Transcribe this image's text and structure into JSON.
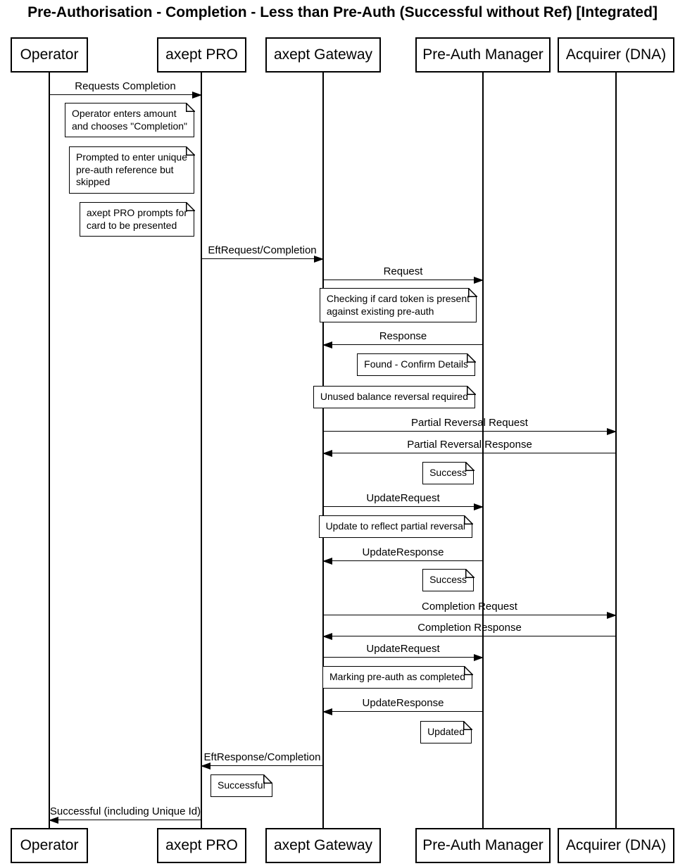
{
  "title": "Pre-Authorisation - Completion - Less than Pre-Auth (Successful without Ref) [Integrated]",
  "actors": [
    {
      "name": "Operator"
    },
    {
      "name": "axept PRO"
    },
    {
      "name": "axept Gateway"
    },
    {
      "name": "Pre-Auth Manager"
    },
    {
      "name": "Acquirer (DNA)"
    }
  ],
  "messages": [
    {
      "label": "Requests Completion",
      "from": "Operator",
      "to": "axept PRO"
    },
    {
      "label": "EftRequest/Completion",
      "from": "axept PRO",
      "to": "axept Gateway"
    },
    {
      "label": "Request",
      "from": "axept Gateway",
      "to": "Pre-Auth Manager"
    },
    {
      "label": "Response",
      "from": "Pre-Auth Manager",
      "to": "axept Gateway"
    },
    {
      "label": "Partial Reversal Request",
      "from": "axept Gateway",
      "to": "Acquirer (DNA)"
    },
    {
      "label": "Partial Reversal Response",
      "from": "Acquirer (DNA)",
      "to": "axept Gateway"
    },
    {
      "label": "UpdateRequest",
      "from": "axept Gateway",
      "to": "Pre-Auth Manager"
    },
    {
      "label": "UpdateResponse",
      "from": "Pre-Auth Manager",
      "to": "axept Gateway"
    },
    {
      "label": "Completion Request",
      "from": "axept Gateway",
      "to": "Acquirer (DNA)"
    },
    {
      "label": "Completion Response",
      "from": "Acquirer (DNA)",
      "to": "axept Gateway"
    },
    {
      "label": "UpdateRequest",
      "from": "axept Gateway",
      "to": "Pre-Auth Manager"
    },
    {
      "label": "UpdateResponse",
      "from": "Pre-Auth Manager",
      "to": "axept Gateway"
    },
    {
      "label": "EftResponse/Completion",
      "from": "axept Gateway",
      "to": "axept PRO"
    },
    {
      "label": "Successful (including Unique Id)",
      "from": "axept PRO",
      "to": "Operator"
    }
  ],
  "notes": [
    {
      "text": "Operator enters amount\nand chooses \"Completion\""
    },
    {
      "text": "Prompted to enter unique\npre-auth reference but\nskipped"
    },
    {
      "text": "axept PRO prompts for\ncard to be presented"
    },
    {
      "text": "Checking if card token is present\nagainst existing pre-auth"
    },
    {
      "text": "Found - Confirm Details"
    },
    {
      "text": "Unused balance reversal required"
    },
    {
      "text": "Success"
    },
    {
      "text": "Update to reflect partial reversal"
    },
    {
      "text": "Success"
    },
    {
      "text": "Marking pre-auth as completed"
    },
    {
      "text": "Updated"
    },
    {
      "text": "Successful"
    }
  ],
  "colors": {
    "line": "#000000",
    "background": "#ffffff",
    "note_fill": "#ffffff"
  }
}
